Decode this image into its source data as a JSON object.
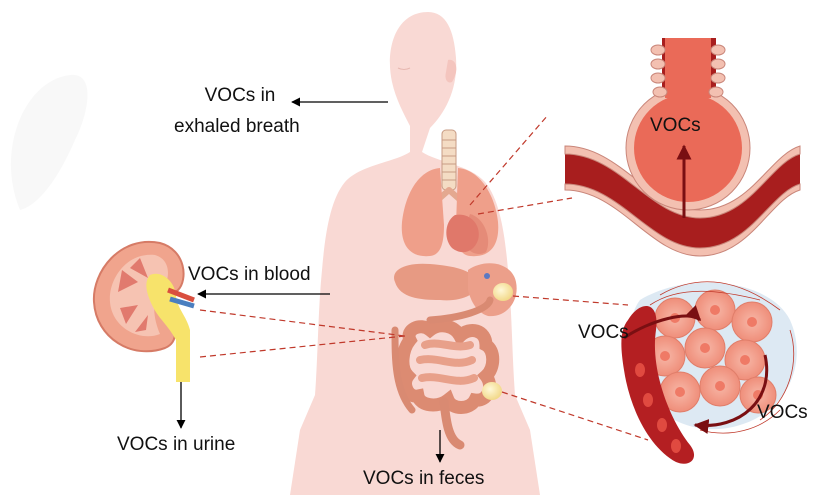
{
  "labels": {
    "breath_line1": "VOCs in",
    "breath_line2": "exhaled breath",
    "blood": "VOCs in blood",
    "urine": "VOCs in urine",
    "feces": "VOCs in feces",
    "alveolus": "VOCs",
    "tissue_left": "VOCs",
    "tissue_right": "VOCs"
  },
  "colors": {
    "body": "#f9d9d4",
    "organ": "#e99a85",
    "vessel": "#a81e1e",
    "arrow": "#000000",
    "dashed_line": "#c0392b"
  }
}
